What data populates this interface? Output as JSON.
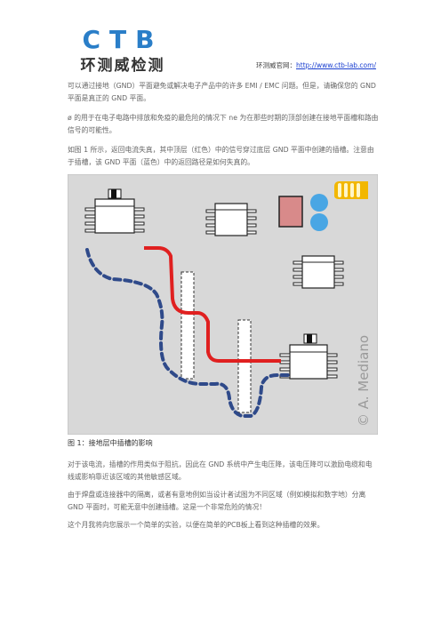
{
  "header": {
    "logo_letters": "CTB",
    "logo_cn": "环测威检测",
    "site_label": "环测威官网：",
    "site_url": "http://www.ctb-lab.com/"
  },
  "paragraphs": [
    "可以通过接地（GND）平面避免或解决电子产品中的许多 EMI / EMC 问题。但是，请确保您的 GND 平面是真正的 GND 平面。",
    "ø 的用于在电子电路中排放和免疫的最危险的情况下 ne 为在那些时期的顶部创建在接地平面槽和路由信号的可能性。",
    "如图 1 所示，返回电流失真，其中顶层（红色）中的信号穿过底层 GND 平面中创建的插槽。注意由于插槽，该 GND 平面（蓝色）中的返回路径是如何失真的。",
    "对于该电流，插槽的作用类似于阻抗，因此在 GND 系统中产生电压降，该电压降可以激励电缆和电线或影响靠近该区域的其他敏感区域。",
    "由于焊盘或连接器中的隔离，或者有意地例如当设计者试图为不同区域（例如模拟和数字地）分离 GND 平面时，可能无意中创建插槽。这是一个非常危险的情况！",
    "这个月我将向您展示一个简单的实验，以便在简单的PCB板上看到这种插槽的效果。"
  ],
  "figure": {
    "caption": "图 1：接地层中插槽的影响",
    "copyright": "© A. Mediano",
    "colors": {
      "board": "#d8d8d8",
      "signal_trace": "#e02020",
      "return_path": "#2f4a8a",
      "connector": "#f2b700",
      "pad": "#d88a8a",
      "via": "#49a6e4"
    }
  }
}
